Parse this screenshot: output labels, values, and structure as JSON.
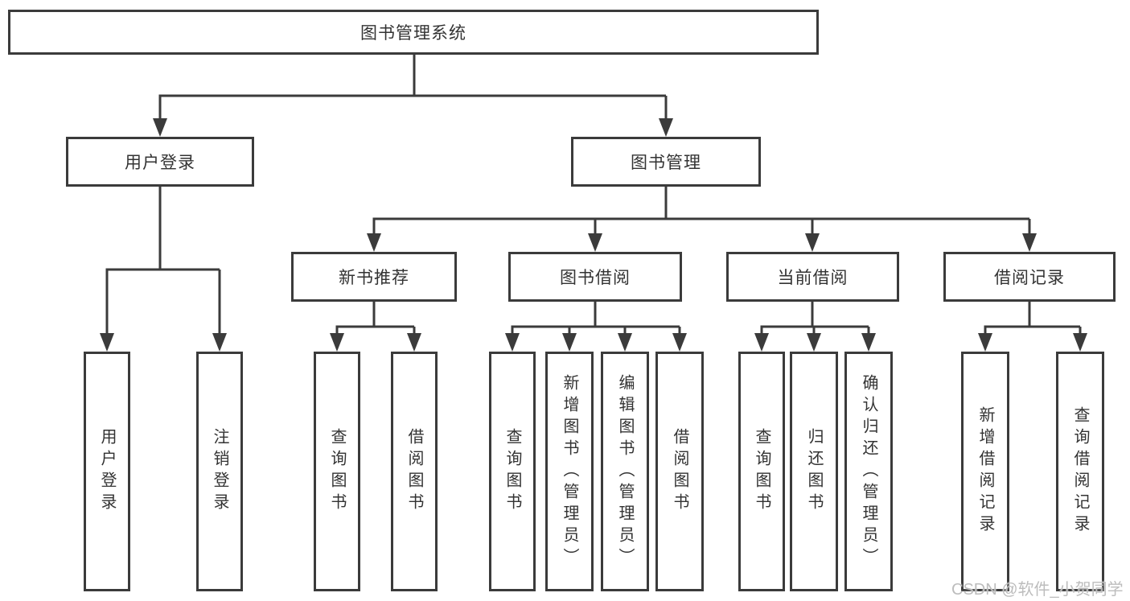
{
  "colors": {
    "line": "#3b3b3b",
    "text": "#333333",
    "box_background": "#ffffff",
    "page_background": "#ffffff",
    "watermark": "#bdbdbd"
  },
  "watermark": {
    "text": "CSDN @软件_小贺同学"
  },
  "diagram": {
    "type": "tree",
    "root": {
      "label": "图书管理系统"
    },
    "level2": [
      {
        "label": "用户登录",
        "children": [
          {
            "label": "用户登录"
          },
          {
            "label": "注销登录"
          }
        ]
      },
      {
        "label": "图书管理",
        "children": [
          {
            "label": "新书推荐",
            "children": [
              {
                "label": "查询图书"
              },
              {
                "label": "借阅图书"
              }
            ]
          },
          {
            "label": "图书借阅",
            "children": [
              {
                "label": "查询图书"
              },
              {
                "label": "新增图书（管理员）"
              },
              {
                "label": "编辑图书（管理员）"
              },
              {
                "label": "借阅图书"
              }
            ]
          },
          {
            "label": "当前借阅",
            "children": [
              {
                "label": "查询图书"
              },
              {
                "label": "归还图书"
              },
              {
                "label": "确认归还（管理员）"
              }
            ]
          },
          {
            "label": "借阅记录",
            "children": [
              {
                "label": "新增借阅记录"
              },
              {
                "label": "查询借阅记录"
              }
            ]
          }
        ]
      }
    ]
  }
}
